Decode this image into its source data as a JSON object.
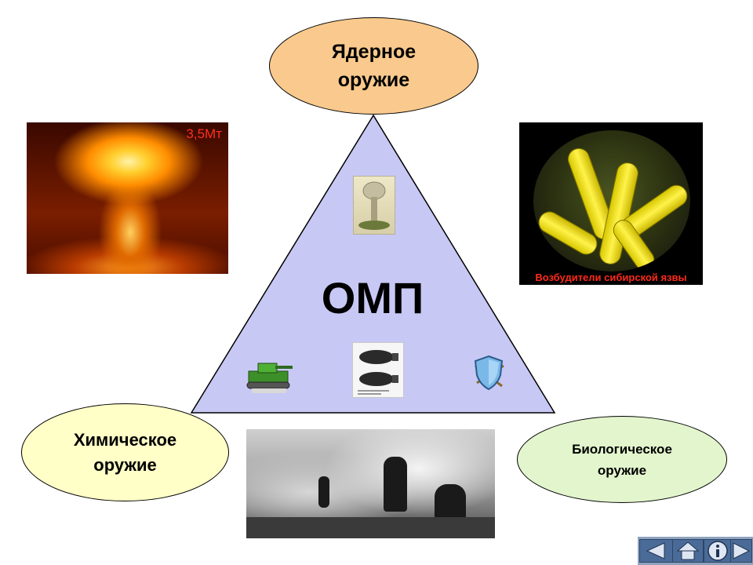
{
  "center": {
    "title": "ОМП"
  },
  "ovals": {
    "nuclear": "Ядерное\nоружие",
    "chemical": "Химическое\nоружие",
    "biological": "Биологическое\nоружие"
  },
  "photos": {
    "nuke_label": "3,5Мт",
    "bio_caption": "Возбудители сибирской язвы"
  },
  "colors": {
    "triangle_fill": "#c8c8f5",
    "nuclear_oval": "#f9c98d",
    "chemical_oval": "#ffffc7",
    "biological_oval": "#e2f5cd",
    "nav_button": "#4a6b98"
  },
  "nav": {
    "icons": [
      "arrow-left-icon",
      "home-icon",
      "info-icon",
      "arrow-right-icon"
    ]
  }
}
